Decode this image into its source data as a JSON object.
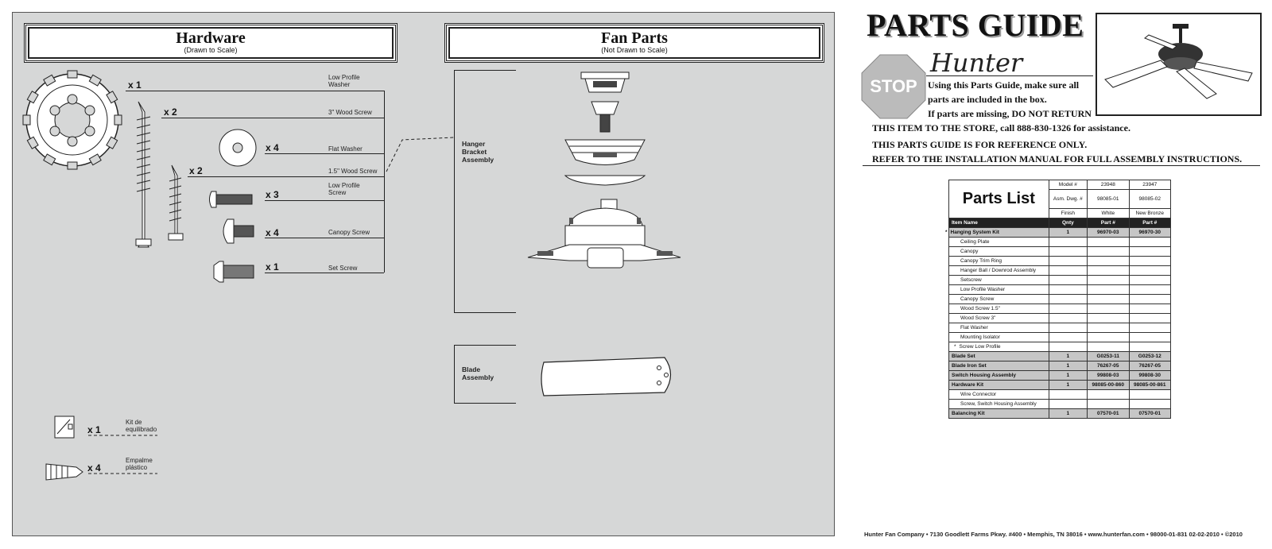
{
  "hardware": {
    "title": "Hardware",
    "subtitle": "(Drawn to Scale)",
    "items": [
      {
        "qty": "x 1",
        "label": "Low Profile Washer"
      },
      {
        "qty": "x 2",
        "label": "3\" Wood Screw"
      },
      {
        "qty": "x 4",
        "label": "Flat Washer"
      },
      {
        "qty": "x 2",
        "label": "1.5\" Wood Screw"
      },
      {
        "qty": "x 3",
        "label": "Low Profile Screw"
      },
      {
        "qty": "x 4",
        "label": "Canopy Screw"
      },
      {
        "qty": "x 1",
        "label": "Set Screw"
      },
      {
        "qty": "x 1",
        "label": "Kit de equilibrado"
      },
      {
        "qty": "x 4",
        "label": "Empalme plástico"
      }
    ]
  },
  "fan_parts": {
    "title": "Fan Parts",
    "subtitle": "(Not Drawn to Scale)",
    "hanger_label": "Hanger Bracket Assembly",
    "blade_label": "Blade Assembly"
  },
  "guide": {
    "title": "PARTS GUIDE",
    "brand": "Hunter",
    "stop": "STOP",
    "notice_lines": [
      "Using this Parts Guide, make sure all",
      "parts are included in the box.",
      "If parts are missing, DO NOT RETURN",
      "THIS ITEM TO THE STORE, call 888-830-1326 for assistance.",
      "THIS PARTS GUIDE IS FOR REFERENCE ONLY.",
      "REFER TO THE INSTALLATION MANUAL FOR FULL ASSEMBLY INSTRUCTIONS."
    ]
  },
  "parts_list": {
    "title": "Parts List",
    "meta": [
      {
        "label": "Model #",
        "a": "23948",
        "b": "23947"
      },
      {
        "label": "Asm. Dwg. #",
        "a": "98085-01",
        "b": "98085-02"
      },
      {
        "label": "Finish",
        "a": "White",
        "b": "New Bronze"
      }
    ],
    "headers": [
      "Item Name",
      "Qnty",
      "Part #",
      "Part #"
    ],
    "rows": [
      {
        "name": "Hanging System Kit",
        "qty": "1",
        "a": "96970-03",
        "b": "96970-30",
        "group": true,
        "mark": "*"
      },
      {
        "name": "Ceiling Plate",
        "sub": true
      },
      {
        "name": "Canopy",
        "sub": true
      },
      {
        "name": "Canopy Trim Ring",
        "sub": true
      },
      {
        "name": "Hanger Ball / Downrod Assembly",
        "sub": true
      },
      {
        "name": "Setscrew",
        "sub": true
      },
      {
        "name": "Low Profile Washer",
        "sub": true
      },
      {
        "name": "Canopy Screw",
        "sub": true
      },
      {
        "name": "Wood Screw 1.5\"",
        "sub": true
      },
      {
        "name": "Wood Screw 3\"",
        "sub": true
      },
      {
        "name": "Flat Washer",
        "sub": true
      },
      {
        "name": "Mounting Isolator",
        "sub": true
      },
      {
        "name": "Screw Low Profile",
        "sub": true,
        "mark": "*"
      },
      {
        "name": "Blade Set",
        "qty": "1",
        "a": "G0253-11",
        "b": "G0253-12",
        "group": true
      },
      {
        "name": "Blade Iron Set",
        "qty": "1",
        "a": "76267-05",
        "b": "76267-05",
        "group": true
      },
      {
        "name": "Switch Housing Assembly",
        "qty": "1",
        "a": "99808-03",
        "b": "99808-30",
        "group": true
      },
      {
        "name": "Hardware Kit",
        "qty": "1",
        "a": "98085-00-860",
        "b": "98085-00-861",
        "group": true
      },
      {
        "name": "Wire Connector",
        "sub": true
      },
      {
        "name": "Screw, Switch Housing Assembly",
        "sub": true
      },
      {
        "name": "Balancing Kit",
        "qty": "1",
        "a": "07570-01",
        "b": "07570-01",
        "group": true
      }
    ]
  },
  "footer": "Hunter Fan Company • 7130 Goodlett Farms Pkwy. #400 • Memphis, TN 38016 • www.hunterfan.com • 98000-01-831 02-02-2010 • ©2010"
}
